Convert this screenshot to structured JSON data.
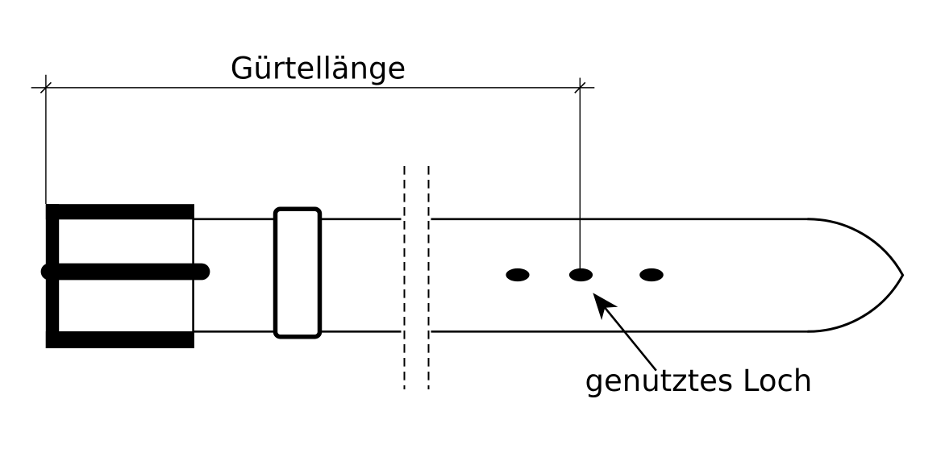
{
  "page": {
    "background_color": "#ffffff",
    "ink_color": "#000000"
  },
  "diagram": {
    "type": "technical-line-drawing",
    "subject": "belt with buckle, showing how belt length is measured to the used hole",
    "dimension": {
      "label": "Gürtellänge",
      "from": "buckle-left-edge",
      "to": "middle-hole"
    },
    "annotation": {
      "label": "genutztes Loch",
      "points_to": "middle-hole"
    },
    "holes": {
      "count": 3,
      "highlighted": "middle"
    }
  }
}
